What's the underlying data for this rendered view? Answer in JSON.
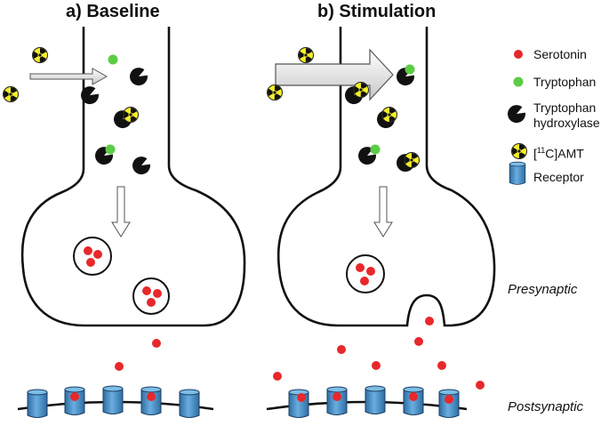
{
  "panels": {
    "baseline": {
      "title": "a) Baseline"
    },
    "stimulation": {
      "title": "b) Stimulation"
    }
  },
  "legend": {
    "serotonin": {
      "label": "Serotonin",
      "color": "#e8282b"
    },
    "tryptophan": {
      "label": "Tryptophan",
      "color": "#5ccc45"
    },
    "enzyme": {
      "label_line1": "Tryptophan",
      "label_line2": "hydroxylase",
      "color": "#111111"
    },
    "amt": {
      "label_prefix": "[",
      "label_sup": "11",
      "label_suffix": "C]AMT",
      "color": "#f3ee2a",
      "icon": "radiation-icon"
    },
    "receptor": {
      "label": "Receptor",
      "color": "#4a8cc4"
    }
  },
  "side_labels": {
    "presynaptic": "Presynaptic",
    "postsynaptic": "Postsynaptic"
  }
}
